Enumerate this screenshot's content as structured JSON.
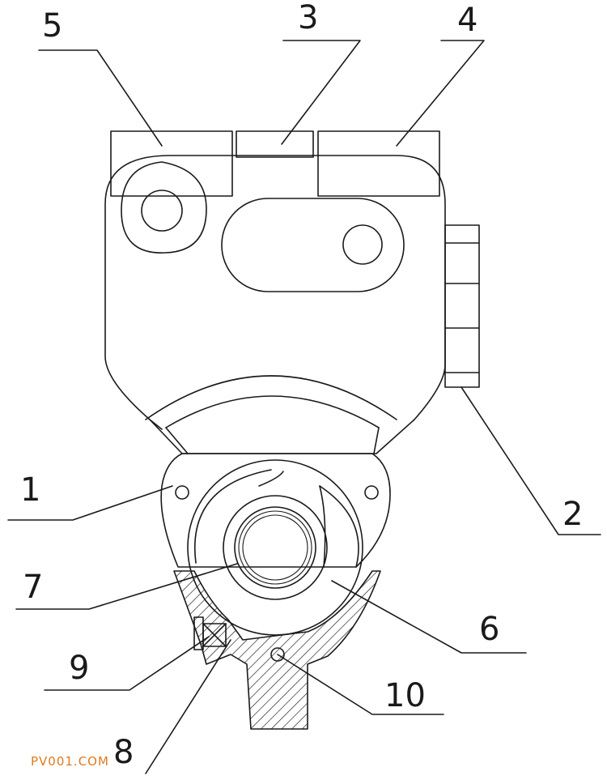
{
  "callouts": {
    "c1": "1",
    "c2": "2",
    "c3": "3",
    "c4": "4",
    "c5": "5",
    "c6": "6",
    "c7": "7",
    "c8": "8",
    "c9": "9",
    "c10": "10"
  },
  "watermark": "PV001.COM",
  "colors": {
    "line": "#1a1a1a",
    "watermark": "#e07a1e",
    "background": "#ffffff"
  }
}
